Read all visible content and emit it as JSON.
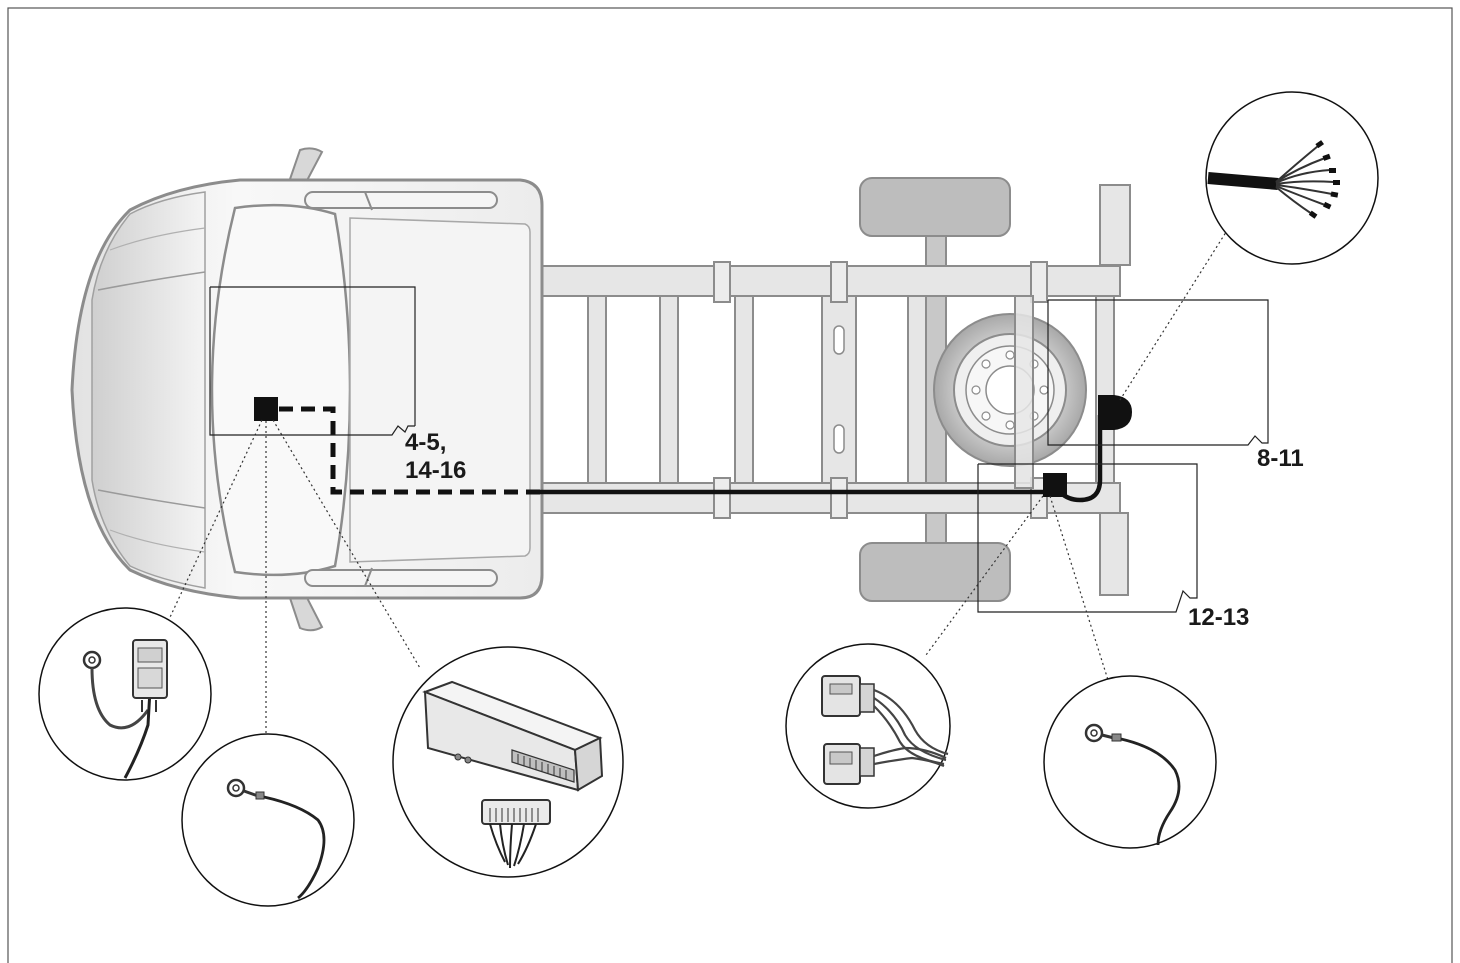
{
  "callouts": {
    "front_module_line1": "4-5,",
    "front_module_line2": "14-16",
    "rear_socket": "8-11",
    "rear_connector": "12-13"
  },
  "colors": {
    "outline": "#1a1a1a",
    "cab_body": "#f2f2f2",
    "cab_shade": "#d9d9d9",
    "chassis_fill": "#e6e6e6",
    "chassis_stroke": "#8c8c8c",
    "wheel_fill": "#bdbdbd",
    "harness": "#111111",
    "leader_line": "#333333"
  },
  "icons": [
    "ground-eyelet-icon",
    "ground-cable-icon",
    "control-module-icon",
    "connector-harness-icon",
    "ground-eyelet-rear-icon",
    "wire-bundle-icon"
  ]
}
